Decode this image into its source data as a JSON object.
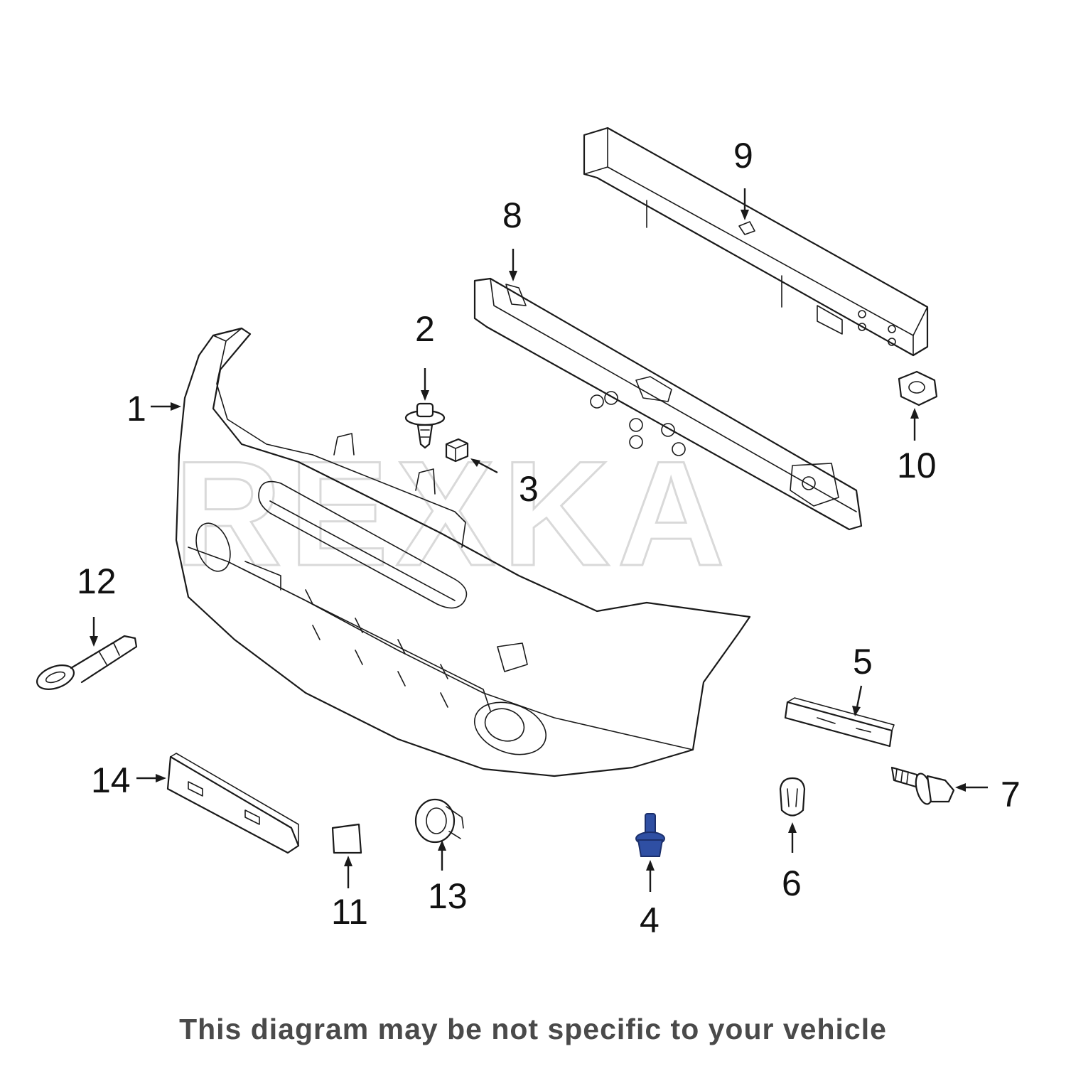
{
  "watermark": "REXKA",
  "disclaimer": "This diagram may be not specific to your vehicle",
  "highlight_color": "#2f4fa3",
  "parts": [
    {
      "callout": "1",
      "name": "bumper-cover"
    },
    {
      "callout": "2",
      "name": "push-retainer-clip"
    },
    {
      "callout": "3",
      "name": "clip-nut"
    },
    {
      "callout": "4",
      "name": "bolt",
      "highlighted": true
    },
    {
      "callout": "5",
      "name": "side-bracket"
    },
    {
      "callout": "6",
      "name": "spring-clip"
    },
    {
      "callout": "7",
      "name": "flange-bolt"
    },
    {
      "callout": "8",
      "name": "energy-absorber"
    },
    {
      "callout": "9",
      "name": "reinforcement-beam"
    },
    {
      "callout": "10",
      "name": "nut"
    },
    {
      "callout": "11",
      "name": "tow-hook-cover"
    },
    {
      "callout": "12",
      "name": "tow-hook"
    },
    {
      "callout": "13",
      "name": "sensor-retainer"
    },
    {
      "callout": "14",
      "name": "license-plate-bracket"
    }
  ]
}
